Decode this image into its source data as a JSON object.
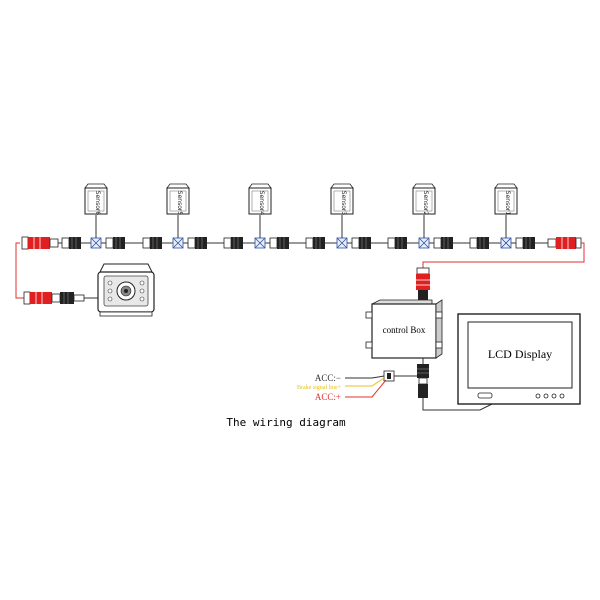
{
  "caption": "The wiring diagram",
  "sensors": [
    {
      "label": "Sensor6"
    },
    {
      "label": "Sensor5"
    },
    {
      "label": "Sensor4"
    },
    {
      "label": "Sensor3"
    },
    {
      "label": "Sensor2"
    },
    {
      "label": "Sensor1"
    }
  ],
  "control_box": {
    "label": "control Box"
  },
  "lcd_display": {
    "label": "LCD Display"
  },
  "wires": {
    "acc_minus": "ACC:−",
    "brake_signal": "Brake signal line+",
    "acc_plus": "ACC:+"
  },
  "colors": {
    "red_connector": "#e02020",
    "wire_red": "#e03030",
    "wire_yellow": "#e8c020",
    "line": "#333333"
  }
}
